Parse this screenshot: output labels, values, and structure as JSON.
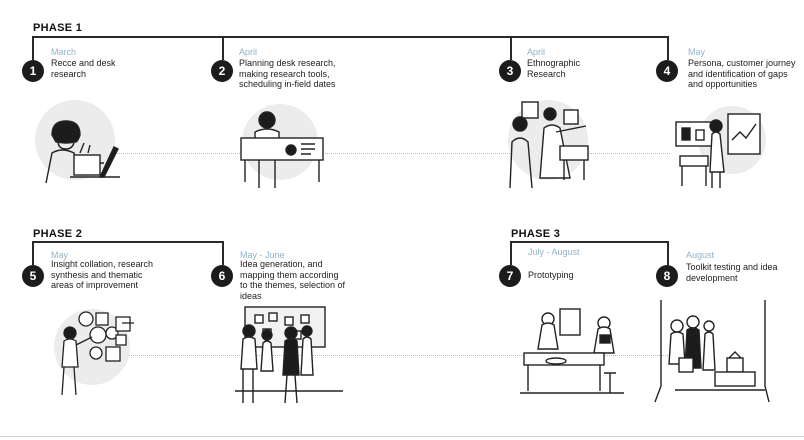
{
  "phases": [
    {
      "title": "PHASE 1"
    },
    {
      "title": "PHASE 2"
    },
    {
      "title": "PHASE 3"
    }
  ],
  "steps": [
    {
      "number": "1",
      "month": "March",
      "desc": [
        "Recce and desk",
        "research"
      ],
      "illustration": "person-at-laptop"
    },
    {
      "number": "2",
      "month": "April",
      "desc": [
        "Planning desk research,",
        "making research tools,",
        "scheduling in-field dates"
      ],
      "illustration": "person-at-desk"
    },
    {
      "number": "3",
      "month": "April",
      "desc": [
        "Ethnographic",
        "Research"
      ],
      "illustration": "two-people-interview"
    },
    {
      "number": "4",
      "month": "May",
      "desc": [
        "Persona, customer journey",
        "and identification of gaps",
        "and opportunities"
      ],
      "illustration": "person-at-board"
    },
    {
      "number": "5",
      "month": "May",
      "desc": [
        "Insight collation, research",
        "synthesis and thematic",
        "areas of improvement"
      ],
      "illustration": "person-with-shapes"
    },
    {
      "number": "6",
      "month": "May - June",
      "desc": [
        "Idea generation, and",
        "mapping them according",
        "to the themes, selection of",
        "ideas"
      ],
      "illustration": "group-at-wall"
    },
    {
      "number": "7",
      "month": "July - August",
      "desc": [
        "Prototyping"
      ],
      "illustration": "people-at-table"
    },
    {
      "number": "8",
      "month": "August",
      "desc": [
        "Toolkit testing and idea",
        "development"
      ],
      "illustration": "group-with-boxes"
    }
  ]
}
